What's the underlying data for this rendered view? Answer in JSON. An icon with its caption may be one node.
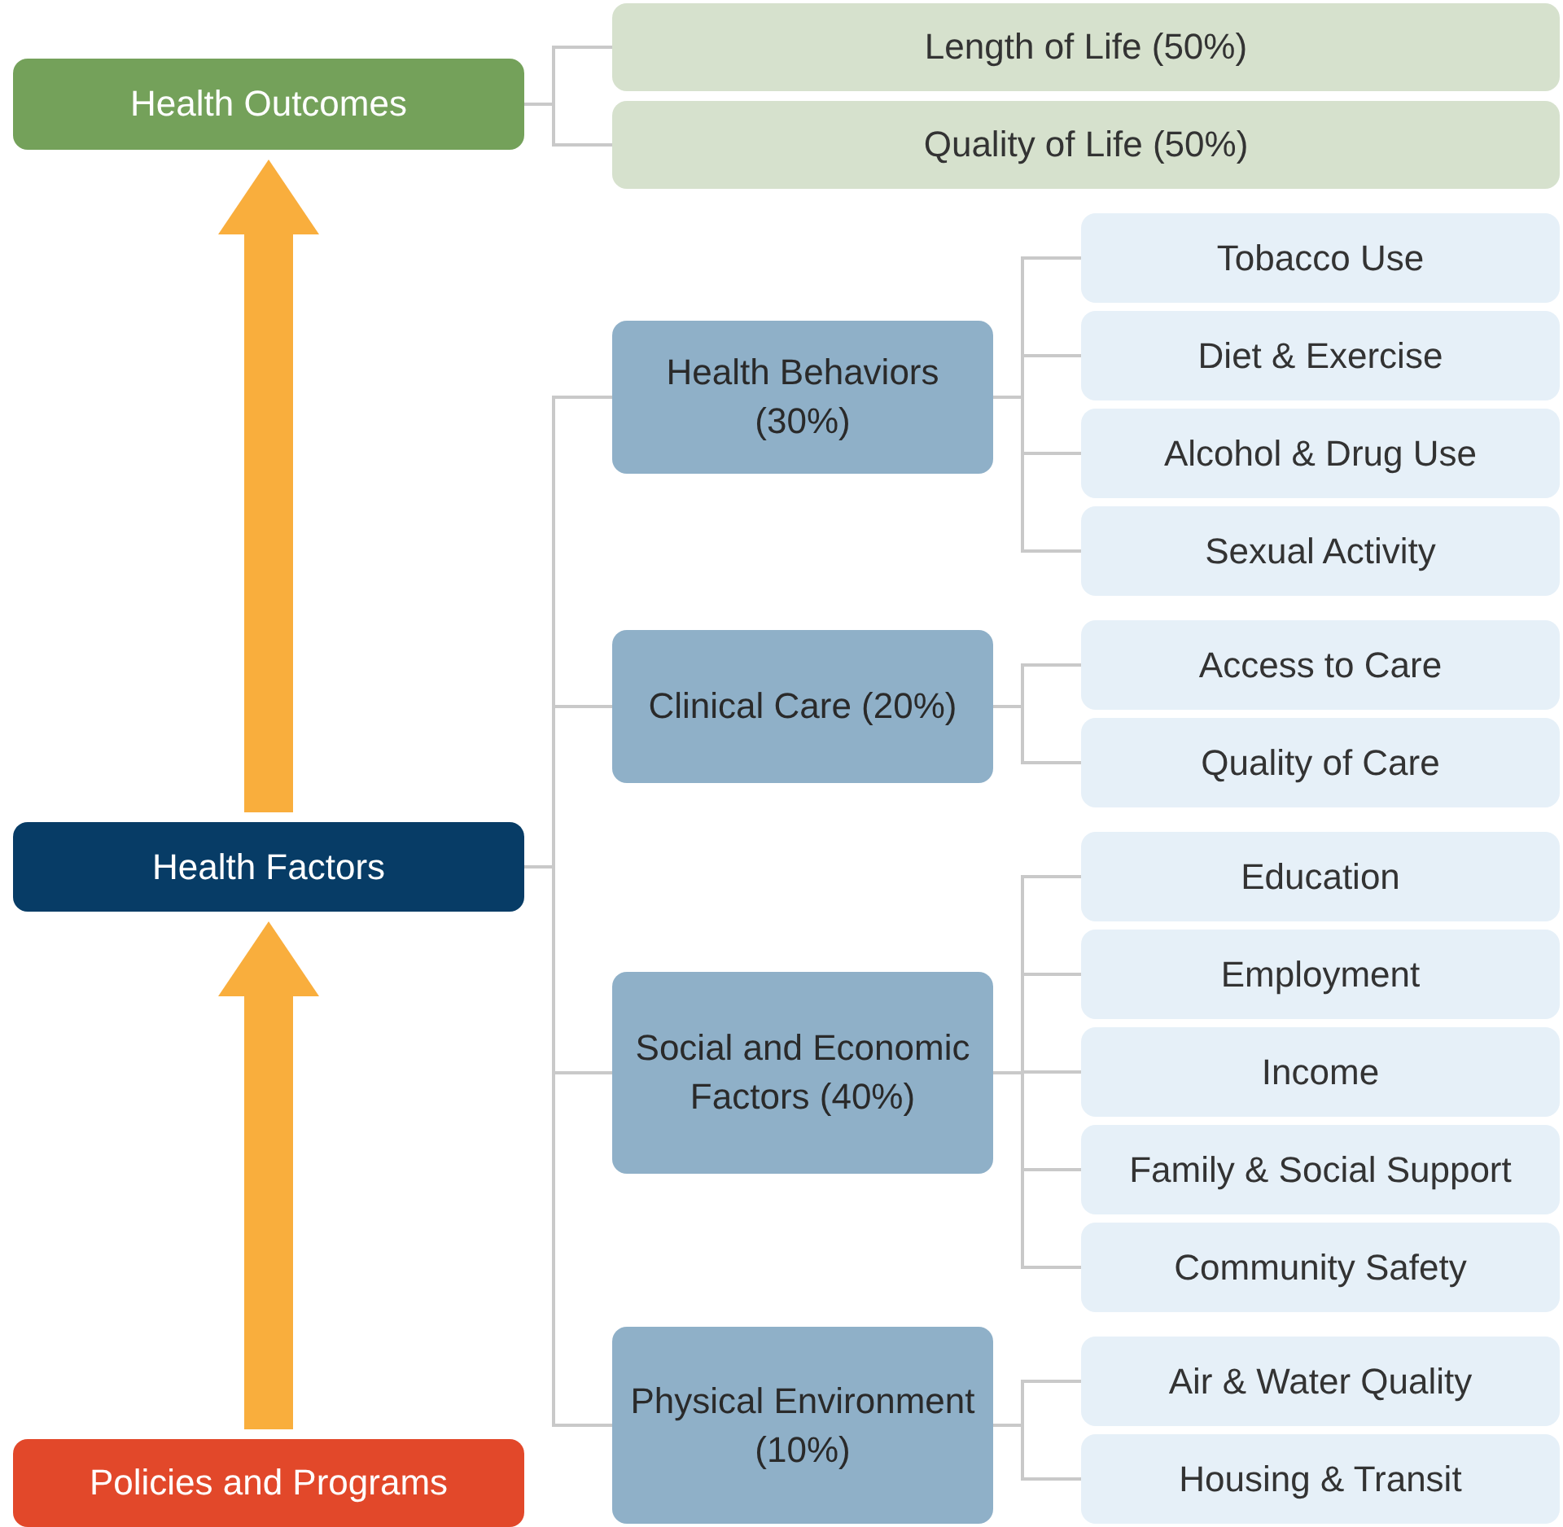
{
  "diagram": {
    "nodes": [
      {
        "text": [
          "Health Outcomes"
        ]
      },
      {
        "text": [
          "Length of Life (50%)"
        ]
      },
      {
        "text": [
          "Quality of Life (50%)"
        ]
      },
      {
        "text": [
          "Health Factors"
        ]
      },
      {
        "text": [
          "Health Behaviors (30%)"
        ]
      },
      {
        "text": [
          "Tobacco Use"
        ]
      },
      {
        "text": [
          "Diet & Exercise"
        ]
      },
      {
        "text": [
          "Alcohol & Drug Use"
        ]
      },
      {
        "text": [
          "Sexual Activity"
        ]
      },
      {
        "text": [
          "Clinical Care (20%)"
        ]
      },
      {
        "text": [
          "Access to Care"
        ]
      },
      {
        "text": [
          "Quality of Care"
        ]
      },
      {
        "text": [
          "Social and Economic Factors (40%)"
        ]
      },
      {
        "text": [
          "Education"
        ]
      },
      {
        "text": [
          "Employment"
        ]
      },
      {
        "text": [
          "Income"
        ]
      },
      {
        "text": [
          "Family & Social Support"
        ]
      },
      {
        "text": [
          "Community Safety"
        ]
      },
      {
        "text": [
          "Physical Environment (10%)"
        ]
      },
      {
        "text": [
          "Air & Water Quality"
        ]
      },
      {
        "text": [
          "Housing & Transit"
        ]
      },
      {
        "text": [
          "Policies and Programs"
        ]
      }
    ],
    "edges": [
      {
        "from": 21,
        "to": 3,
        "arrow": "to",
        "style": "thick",
        "color": "#f9ae3d"
      },
      {
        "from": 3,
        "to": 0,
        "arrow": "to",
        "style": "thick",
        "color": "#f9ae3d"
      },
      {
        "from": 0,
        "to": 1,
        "arrow": "none"
      },
      {
        "from": 0,
        "to": 2,
        "arrow": "none"
      },
      {
        "from": 3,
        "to": 4,
        "arrow": "none"
      },
      {
        "from": 3,
        "to": 9,
        "arrow": "none"
      },
      {
        "from": 3,
        "to": 12,
        "arrow": "none"
      },
      {
        "from": 3,
        "to": 18,
        "arrow": "none"
      },
      {
        "from": 4,
        "to": 5,
        "arrow": "none"
      },
      {
        "from": 4,
        "to": 6,
        "arrow": "none"
      },
      {
        "from": 4,
        "to": 7,
        "arrow": "none"
      },
      {
        "from": 4,
        "to": 8,
        "arrow": "none"
      },
      {
        "from": 9,
        "to": 10,
        "arrow": "none"
      },
      {
        "from": 9,
        "to": 11,
        "arrow": "none"
      },
      {
        "from": 12,
        "to": 13,
        "arrow": "none"
      },
      {
        "from": 12,
        "to": 14,
        "arrow": "none"
      },
      {
        "from": 12,
        "to": 15,
        "arrow": "none"
      },
      {
        "from": 12,
        "to": 16,
        "arrow": "none"
      },
      {
        "from": 12,
        "to": 17,
        "arrow": "none"
      },
      {
        "from": 18,
        "to": 19,
        "arrow": "none"
      },
      {
        "from": 18,
        "to": 20,
        "arrow": "none"
      }
    ]
  }
}
